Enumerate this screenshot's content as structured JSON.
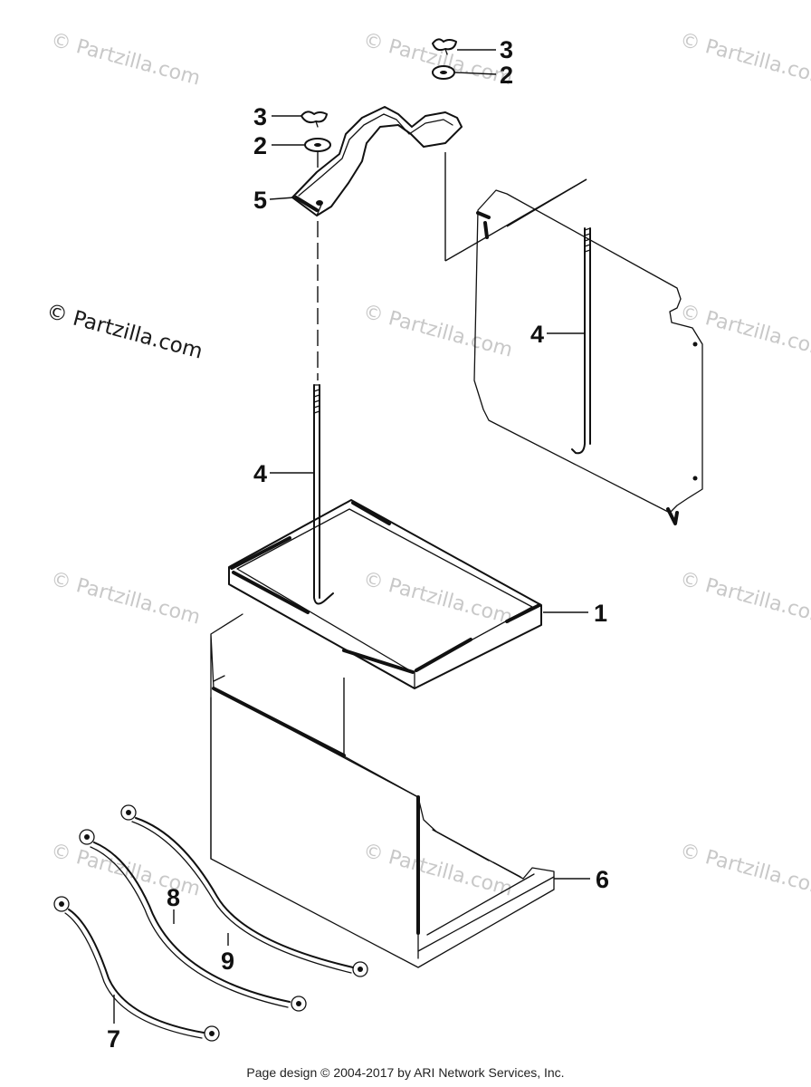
{
  "diagram": {
    "callouts": [
      "1",
      "2",
      "3",
      "4",
      "5",
      "6",
      "7",
      "8",
      "9"
    ],
    "watermark": "© Partzilla.com"
  },
  "footer": {
    "text": "Page design © 2004-2017 by ARI Network Services, Inc."
  }
}
